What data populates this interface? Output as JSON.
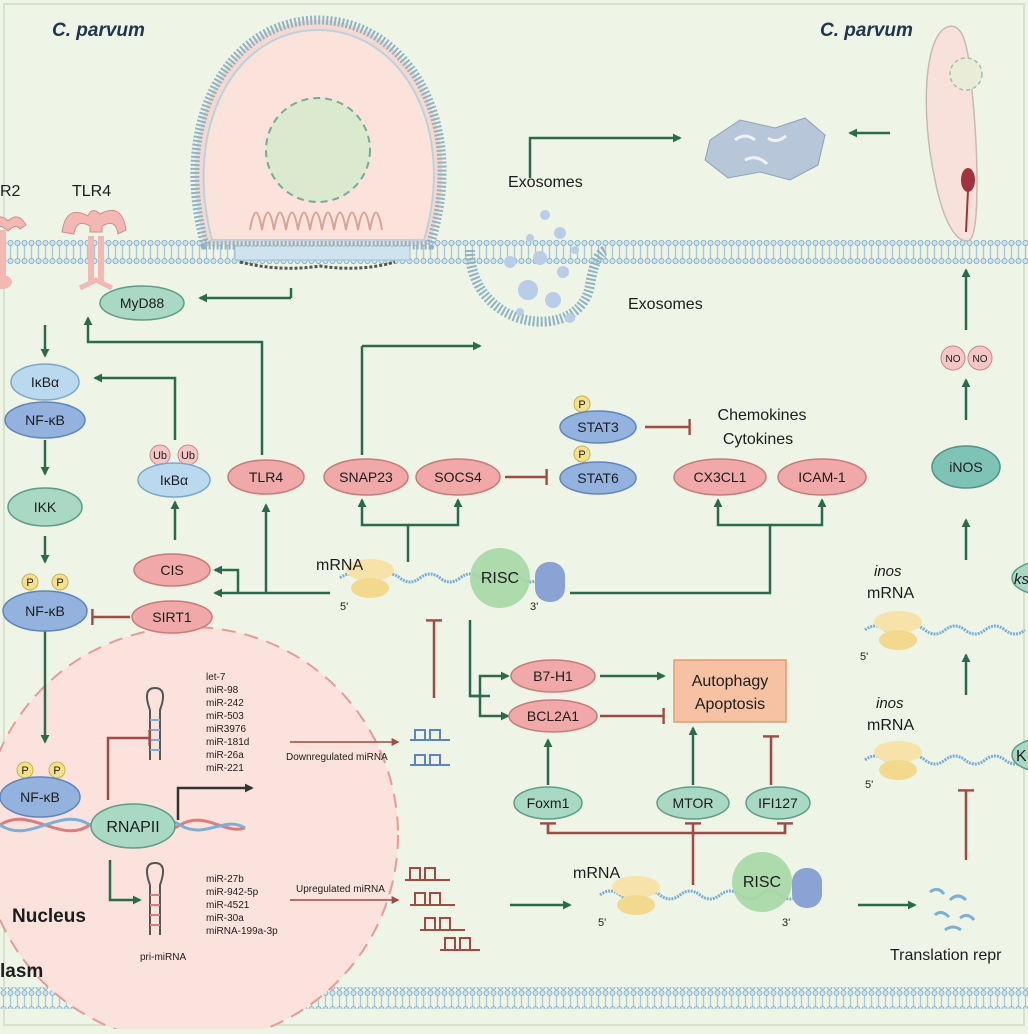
{
  "titles": {
    "left": "C. parvum",
    "right": "C. parvum"
  },
  "receptors": {
    "tlr2": "R2",
    "tlr4": "TLR4"
  },
  "labels": {
    "exosomes_top": "Exosomes",
    "exosomes_side": "Exosomes",
    "chemokines": "Chemokines",
    "cytokines": "Cytokines",
    "mrna_top": "mRNA",
    "mrna_bottom": "mRNA",
    "five_prime": "5'",
    "three_prime": "3'",
    "nucleus": "Nucleus",
    "cytoplasm": "lasm",
    "pri_mirna": "pri-miRNA",
    "downregulated": "Downregulated miRNA",
    "upregulated": "Upregulated miRNA",
    "inos1": "inos",
    "inos2": "inos",
    "mrna_r1": "mRNA",
    "mrna_r2": "mRNA",
    "translation": "Translation repr",
    "ks": "ks",
    "k": "K"
  },
  "nodes": {
    "myd88": "MyD88",
    "ikba": "IκBα",
    "nfkb_top": "NF-κB",
    "ikk": "IKK",
    "nfkb_p": "NF-κB",
    "nfkb_nuc": "NF-κB",
    "ikba_ub": "IκBα",
    "cis": "CIS",
    "sirt1": "SIRT1",
    "tlr4_node": "TLR4",
    "snap23": "SNAP23",
    "socs4": "SOCS4",
    "stat3": "STAT3",
    "stat6": "STAT6",
    "cx3cl1": "CX3CL1",
    "icam1": "ICAM-1",
    "risc1": "RISC",
    "risc2": "RISC",
    "b7h1": "B7-H1",
    "bcl2a1": "BCL2A1",
    "foxm1": "Foxm1",
    "mtor": "MTOR",
    "ifi127": "IFI127",
    "inos_prot": "iNOS",
    "no1": "NO",
    "no2": "NO",
    "rnapii": "RNAPII"
  },
  "badges": {
    "p": "P",
    "ub": "Ub"
  },
  "autophagy": {
    "line1": "Autophagy",
    "line2": "Apoptosis"
  },
  "mirna_down": [
    "let-7",
    "miR-98",
    "miR-242",
    "miR-503",
    "miR3976",
    "miR-181d",
    "miR-26a",
    "miR-221"
  ],
  "mirna_up": [
    "miR-27b",
    "miR-942-5p",
    "miR-4521",
    "miR-30a",
    "miRNA-199a-3p"
  ],
  "colors": {
    "background": "#eef4e6",
    "arrow": "#2b6a4c",
    "inhibit": "#a04a44",
    "red_node": "#f0a8a8",
    "green_node": "#a9d8c4",
    "blue_node": "#93b2de",
    "autophagy_box": "#f6c2a3"
  }
}
